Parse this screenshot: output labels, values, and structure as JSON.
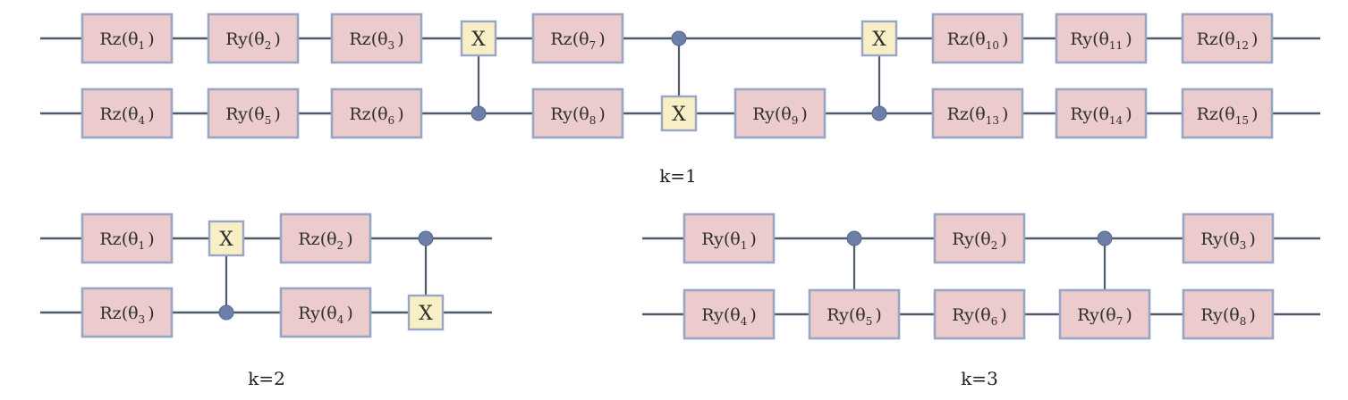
{
  "diagrams": [
    {
      "label": "k=1",
      "gates": [
        {
          "name": "Rz",
          "sub": "1"
        },
        {
          "name": "Ry",
          "sub": "2"
        },
        {
          "name": "Rz",
          "sub": "3"
        },
        {
          "name": "Rz",
          "sub": "4"
        },
        {
          "name": "Ry",
          "sub": "5"
        },
        {
          "name": "Rz",
          "sub": "6"
        },
        {
          "name": "Rz",
          "sub": "7"
        },
        {
          "name": "Ry",
          "sub": "8"
        },
        {
          "name": "Ry",
          "sub": "9"
        },
        {
          "name": "Rz",
          "sub": "10"
        },
        {
          "name": "Ry",
          "sub": "11"
        },
        {
          "name": "Rz",
          "sub": "12"
        },
        {
          "name": "Rz",
          "sub": "13"
        },
        {
          "name": "Ry",
          "sub": "14"
        },
        {
          "name": "Rz",
          "sub": "15"
        }
      ],
      "x_gate_label": "X"
    },
    {
      "label": "k=2",
      "gates": [
        {
          "name": "Rz",
          "sub": "1"
        },
        {
          "name": "Rz",
          "sub": "3"
        },
        {
          "name": "Rz",
          "sub": "2"
        },
        {
          "name": "Ry",
          "sub": "4"
        }
      ],
      "x_gate_label": "X"
    },
    {
      "label": "k=3",
      "gates": [
        {
          "name": "Ry",
          "sub": "1"
        },
        {
          "name": "Ry",
          "sub": "4"
        },
        {
          "name": "Ry",
          "sub": "5"
        },
        {
          "name": "Ry",
          "sub": "2"
        },
        {
          "name": "Ry",
          "sub": "6"
        },
        {
          "name": "Ry",
          "sub": "7"
        },
        {
          "name": "Ry",
          "sub": "3"
        },
        {
          "name": "Ry",
          "sub": "8"
        }
      ]
    }
  ]
}
